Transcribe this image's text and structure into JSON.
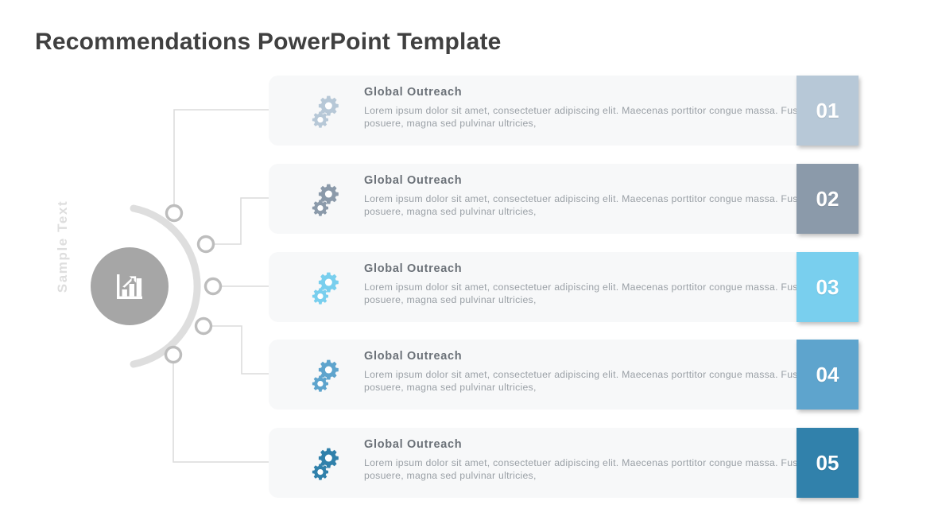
{
  "page_title": "Recommendations PowerPoint Template",
  "hub": {
    "vertical_label": "Sample Text",
    "icon": "bar-chart-growth-icon",
    "circle_color": "#a6a6a6",
    "icon_color": "#ffffff"
  },
  "diagram": {
    "arc_color": "#dedede",
    "connector_color": "#dcdcdc",
    "node_fill": "#ffffff",
    "node_stroke": "#bdbdbd",
    "endpoint_dot_color": "#c9c9c9"
  },
  "card_style": {
    "background": "#f7f8f9",
    "heading_color": "#6b7178",
    "body_color": "#9aa0a6"
  },
  "rows": [
    {
      "number": "01",
      "heading": "Global  Outreach",
      "body": "Lorem ipsum  dolor sit  amet, consectetuer adipiscing  elit.  Maecenas porttitor congue massa. Fusce posuere,  magna sed pulvinar  ultricies,",
      "color": "#b7c8d7",
      "icon": "gears-icon"
    },
    {
      "number": "02",
      "heading": "Global  Outreach",
      "body": "Lorem ipsum  dolor sit  amet, consectetuer adipiscing  elit.  Maecenas porttitor congue massa. Fusce posuere,  magna sed pulvinar  ultricies,",
      "color": "#8b9aaa",
      "icon": "gears-icon"
    },
    {
      "number": "03",
      "heading": "Global  Outreach",
      "body": "Lorem ipsum  dolor sit  amet, consectetuer adipiscing  elit.  Maecenas porttitor congue massa. Fusce posuere,  magna sed pulvinar  ultricies,",
      "color": "#79cfee",
      "icon": "gears-icon"
    },
    {
      "number": "04",
      "heading": "Global  Outreach",
      "body": "Lorem ipsum  dolor sit  amet, consectetuer adipiscing  elit.  Maecenas porttitor congue massa. Fusce posuere,  magna sed pulvinar  ultricies,",
      "color": "#5ea4cd",
      "icon": "gears-icon"
    },
    {
      "number": "05",
      "heading": "Global  Outreach",
      "body": "Lorem ipsum  dolor sit  amet, consectetuer adipiscing  elit.  Maecenas porttitor congue massa. Fusce posuere,  magna sed pulvinar  ultricies,",
      "color": "#3181ab",
      "icon": "gears-icon"
    }
  ]
}
